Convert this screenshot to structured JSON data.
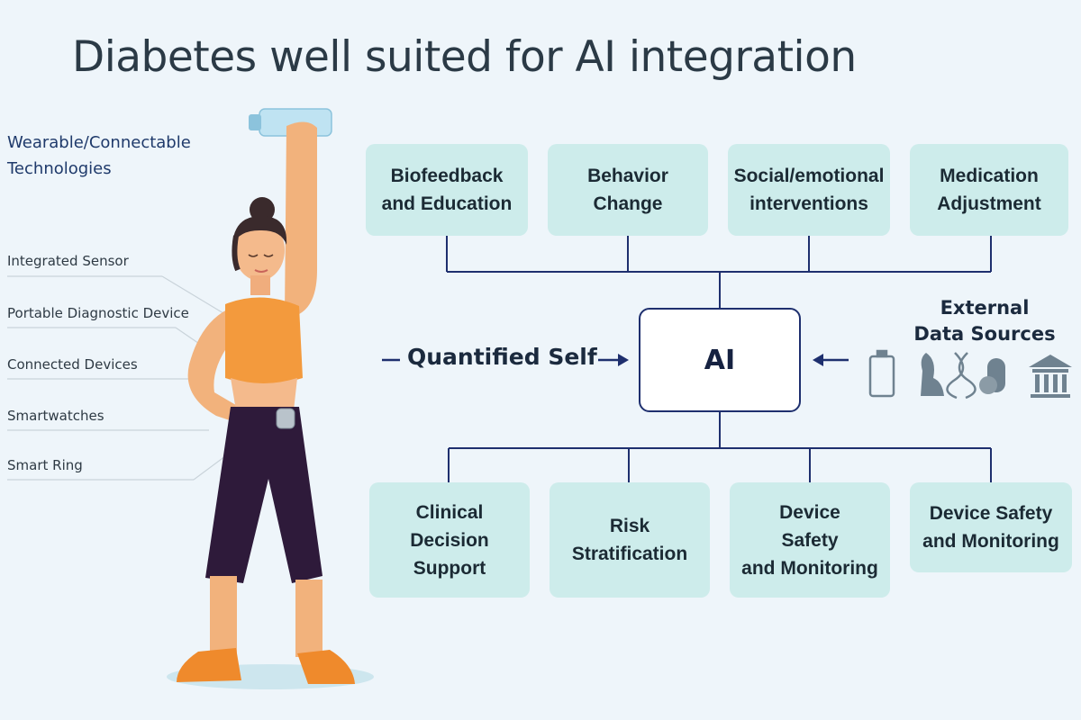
{
  "title": "Diabetes well suited for AI integration",
  "wearables": {
    "heading": "Wearable/Connectable Technologies",
    "items": [
      "Integrated Sensor",
      "Portable Diagnostic Device",
      "Connected Devices",
      "Smartwatches",
      "Smart Ring"
    ]
  },
  "top_boxes": [
    "Biofeedback\nand Education",
    "Behavior\nChange",
    "Social/emotional\ninterventions",
    "Medication\nAdjustment"
  ],
  "center": {
    "label": "AI",
    "left_input": "Quantified Self",
    "right_input": "External\nData Sources"
  },
  "bottom_boxes": [
    "Clinical\nDecision\nSupport",
    "Risk\nStratification",
    "Device\nSafety\nand Monitoring",
    "Device Safety\nand Monitoring"
  ],
  "icons": [
    "battery-icon",
    "person-profile-icon",
    "dna-icon",
    "pill-icon",
    "institution-icon"
  ],
  "colors": {
    "background": "#eef5fa",
    "box_fill": "#cdeceb",
    "ai_border": "#1e2f6e",
    "connector": "#1e2f6e",
    "icon": "#6f8290"
  }
}
